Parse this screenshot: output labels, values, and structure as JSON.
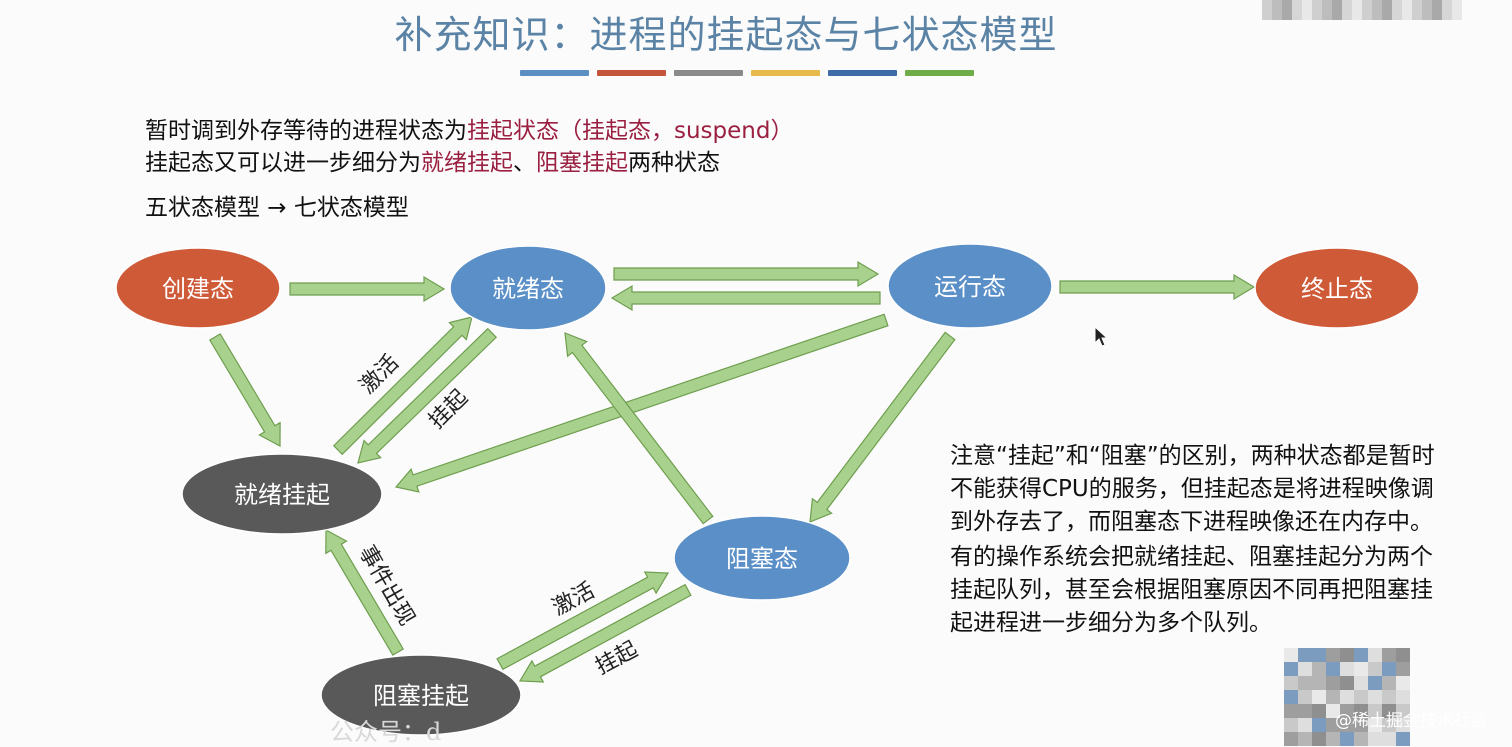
{
  "title": "补充知识：进程的挂起态与七状态模型",
  "title_bar_colors": [
    "#5b8fc2",
    "#c4553a",
    "#8a8a8a",
    "#e6b94a",
    "#3f6aa8",
    "#6fac47"
  ],
  "intro": {
    "line1": {
      "pre": "暂时调到外存等待的进程状态为",
      "hl": "挂起状态（挂起态，suspend）"
    },
    "line2": {
      "pre": "挂起态又可以进一步细分为",
      "hl1": "就绪挂起",
      "mid": "、",
      "hl2": "阻塞挂起",
      "post": "两种状态"
    },
    "line3": "五状态模型 → 七状态模型"
  },
  "states": {
    "new": "创建态",
    "ready": "就绪态",
    "running": "运行态",
    "terminated": "终止态",
    "ready_suspend": "就绪挂起",
    "blocked": "阻塞态",
    "blocked_suspend": "阻塞挂起"
  },
  "edge_labels": {
    "activate_ready": "激活",
    "suspend_ready": "挂起",
    "event_occurs": "事件出现",
    "activate_blocked": "激活",
    "suspend_blocked": "挂起"
  },
  "colors": {
    "new_terminated_fill": "#cf5a38",
    "active_fill": "#5a8fc7",
    "suspended_fill": "#595959",
    "arrow_fill": "#a9d18e",
    "arrow_stroke": "#6e9e4e",
    "highlight": "#9a1f40"
  },
  "note": {
    "p1": "注意“挂起”和“阻塞”的区别，两种状态都是暂时不能获得CPU的服务，但挂起态是将进程映像调到外存去了，而阻塞态下进程映像还在内存中。",
    "p2": "有的操作系统会把就绪挂起、阻塞挂起分为两个挂起队列，甚至会根据阻塞原因不同再把阻塞挂起进程进一步细分为多个队列。"
  },
  "watermark": "@稀土掘金技术社区",
  "watermark_bottom": "公众号：d"
}
